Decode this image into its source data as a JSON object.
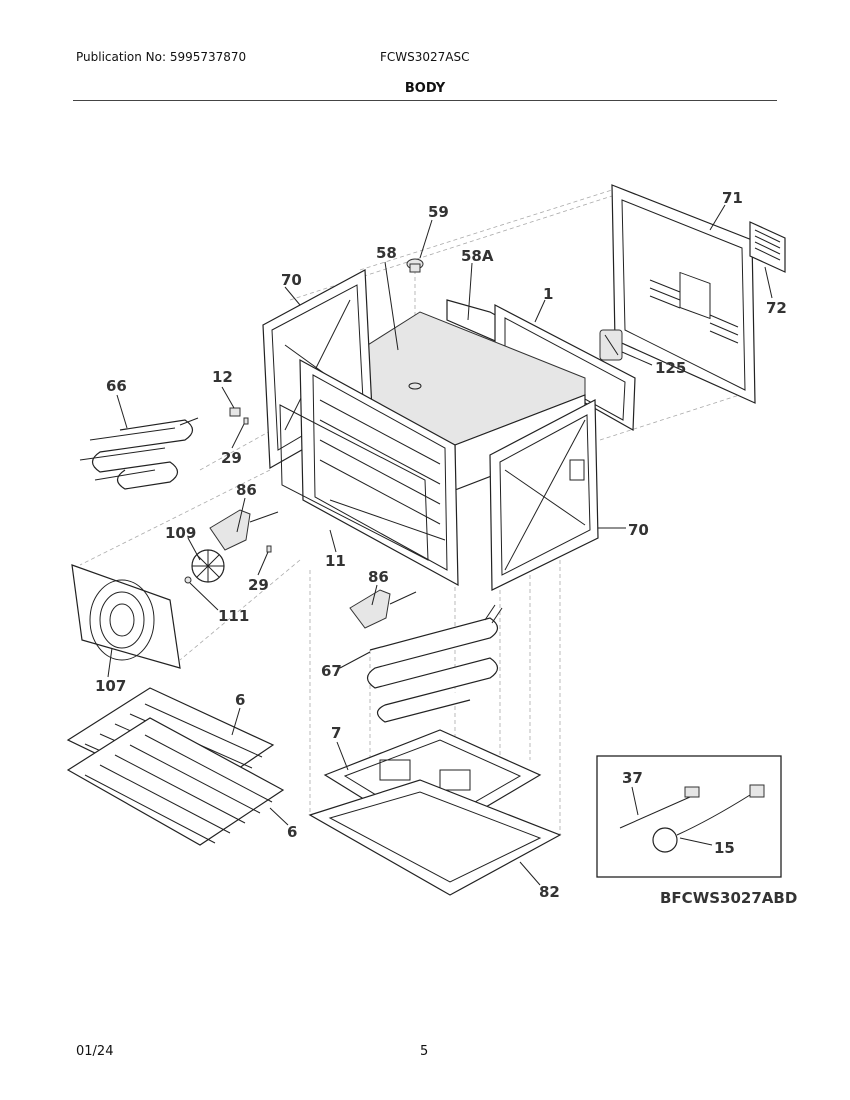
{
  "header": {
    "publication": "Publication No: 5995737870",
    "model": "FCWS3027ASC",
    "section": "BODY"
  },
  "footer": {
    "date": "01/24",
    "page": "5"
  },
  "diagram": {
    "reference_code": "BFCWS3027ABD",
    "callouts": [
      "59",
      "58",
      "58A",
      "71",
      "72",
      "70",
      "1",
      "125",
      "12",
      "66",
      "29",
      "86",
      "109",
      "11",
      "70",
      "29",
      "86",
      "111",
      "67",
      "107",
      "6",
      "7",
      "6",
      "82",
      "37",
      "15"
    ]
  }
}
